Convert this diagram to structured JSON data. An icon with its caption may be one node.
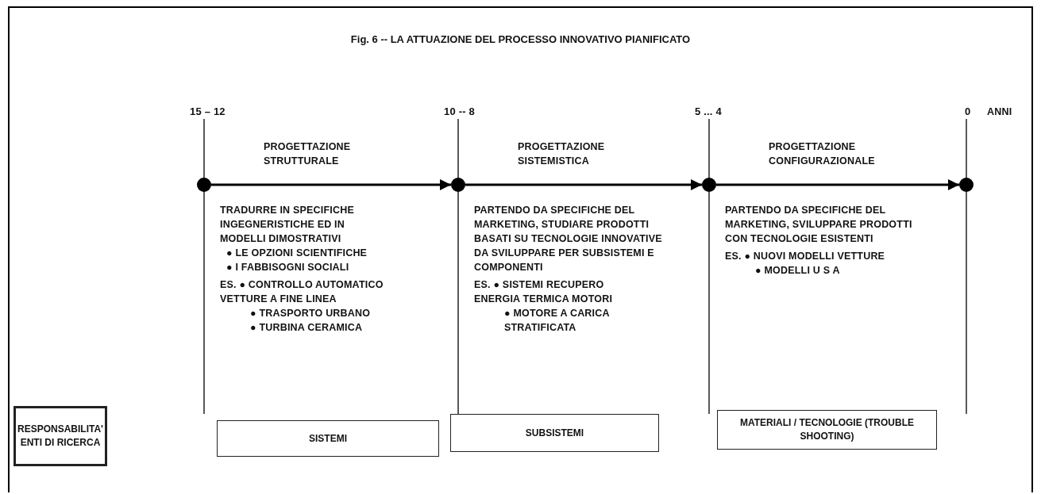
{
  "diagram": {
    "title": "Fig. 6 -- LA ATTUAZIONE DEL PROCESSO INNOVATIVO PIANIFICATO",
    "nodes": [
      {
        "text": [],
        "shape": "circle"
      },
      {
        "text": [],
        "shape": "circle"
      },
      {
        "text": [],
        "shape": "circle"
      },
      {
        "text": [],
        "shape": "circle"
      },
      {
        "text": [
          "RESPONSABILITA' ENTI DI RICERCA"
        ]
      },
      {
        "text": [
          "SISTEMI"
        ]
      },
      {
        "text": [
          "SUBSISTEMI"
        ]
      },
      {
        "text": [
          "MATERIALI / TECNOLOGIE (TROUBLE SHOOTING)"
        ]
      }
    ],
    "edges": [
      {
        "from": 0,
        "to": 1,
        "arrow": "to"
      },
      {
        "from": 1,
        "to": 2,
        "arrow": "to"
      },
      {
        "from": 2,
        "to": 3,
        "arrow": "to"
      }
    ],
    "labels": [
      "15 – 12",
      "10 -- 8",
      "5 ... 4",
      "0",
      "ANNI",
      "PROGETTAZIONE STRUTTURALE",
      "TRADURRE IN SPECIFICHE INGEGNERISTICHE ED IN MODELLI DIMOSTRATIVI",
      "● LE OPZIONI SCIENTIFICHE",
      "● I FABBISOGNI SOCIALI",
      "ES. ● CONTROLLO AUTOMATICO VETTURE A FINE LINEA",
      "● TRASPORTO URBANO",
      "● TURBINA CERAMICA",
      "PROGETTAZIONE SISTEMISTICA",
      "PARTENDO DA SPECIFICHE DEL MARKETING, STUDIARE PRODOTTI BASATI SU TECNOLOGIE INNOVATIVE DA SVILUPPARE PER SUBSISTEMI E COMPONENTI",
      "ES. ● SISTEMI RECUPERO ENERGIA TERMICA MOTORI",
      "● MOTORE A CARICA STRATIFICATA",
      "PROGETTAZIONE CONFIGURAZIONALE",
      "PARTENDO DA SPECIFICHE DEL MARKETING, SVILUPPARE PRODOTTI CON TECNOLOGIE ESISTENTI",
      "ES. ● NUOVI MODELLI VETTURE",
      "● MODELLI U S A"
    ]
  }
}
